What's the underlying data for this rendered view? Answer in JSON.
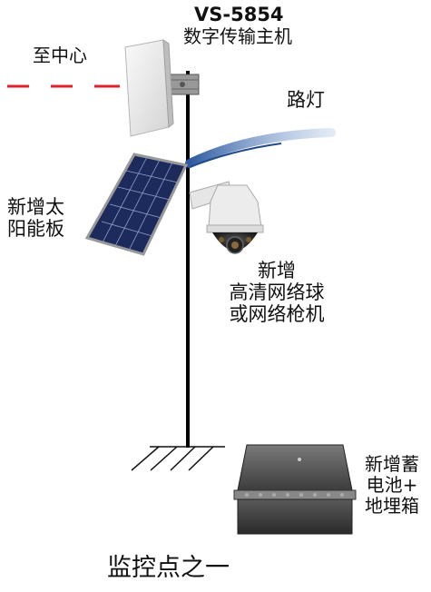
{
  "device_model": "VS-5854",
  "device_name": "数字传输主机",
  "link_label": "至中心",
  "streetlight_label": "路灯",
  "solar_panel_label": [
    "新增太",
    "阳能板"
  ],
  "camera_label": [
    "新增",
    "高清网络球",
    "或网络枪机"
  ],
  "battery_label": [
    "新增蓄",
    "电池+",
    "地埋箱"
  ],
  "caption": "监控点之一",
  "colors": {
    "link_dash": "#e0202a",
    "pole": "#000000",
    "lamp_glow": "#6a8fc2"
  }
}
